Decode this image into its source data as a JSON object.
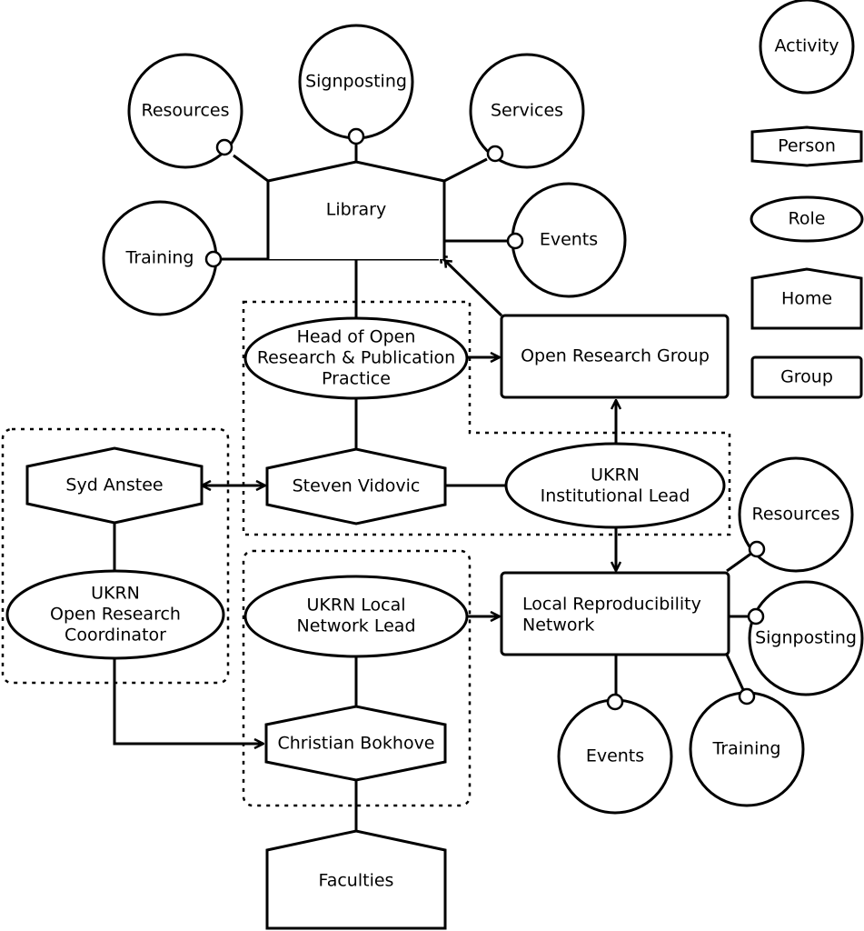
{
  "legend": {
    "activity": "Activity",
    "person": "Person",
    "role": "Role",
    "home": "Home",
    "group": "Group"
  },
  "library": {
    "home": "Library",
    "activities": {
      "resources": "Resources",
      "signposting": "Signposting",
      "services": "Services",
      "training": "Training",
      "events": "Events"
    }
  },
  "open_research_group": "Open Research Group",
  "head_role": [
    "Head of Open",
    "Research & Publication",
    "Practice"
  ],
  "steven": "Steven Vidovic",
  "ukrn_institutional_lead": [
    "UKRN",
    "Institutional Lead"
  ],
  "syd": "Syd Anstee",
  "ukrn_coordinator": [
    "UKRN",
    "Open Research",
    "Coordinator"
  ],
  "ukrn_local_lead": [
    "UKRN Local",
    "Network Lead"
  ],
  "christian": "Christian Bokhove",
  "faculties": "Faculties",
  "lrn": {
    "name": [
      "Local Reproducibility",
      "Network"
    ],
    "activities": {
      "resources": "Resources",
      "signposting": "Signposting",
      "events": "Events",
      "training": "Training"
    }
  }
}
